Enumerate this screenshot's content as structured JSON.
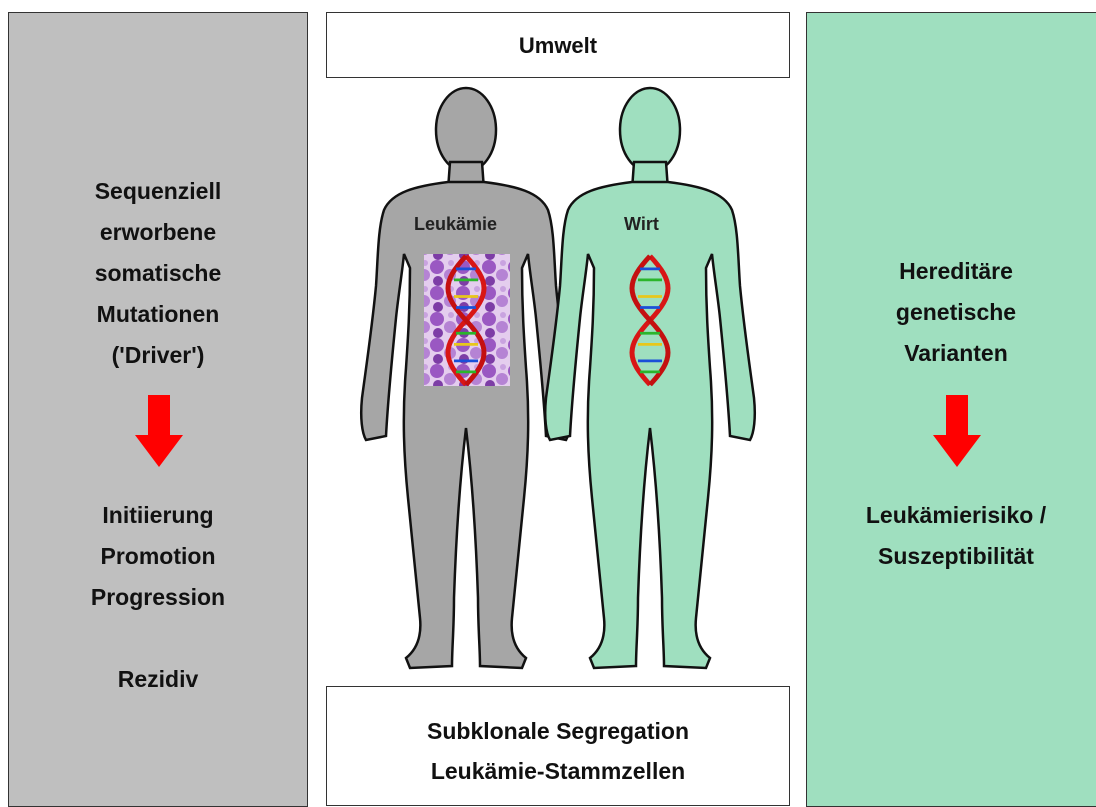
{
  "left_panel": {
    "lines": [
      "Sequenziell",
      "erworbene",
      "somatische",
      "Mutationen",
      "('Driver')"
    ],
    "results": [
      "Initiierung",
      "Promotion",
      "Progression"
    ],
    "extra": "Rezidiv",
    "color": "#bfbfbf"
  },
  "right_panel": {
    "lines": [
      "Hereditäre",
      "genetische",
      "Varianten"
    ],
    "results": [
      "Leukämierisiko /",
      "Suszeptibilität"
    ],
    "color": "#9fdfbf"
  },
  "top_box": {
    "label": "Umwelt"
  },
  "bottom_box": {
    "lines": [
      "Subklonale Segregation",
      "Leukämie-Stammzellen"
    ]
  },
  "figures": {
    "left_label": "Leukämie",
    "right_label": "Wirt",
    "left_color": "#a6a6a6",
    "right_color": "#9fdfbf"
  },
  "arrow_color": "#ff0000"
}
